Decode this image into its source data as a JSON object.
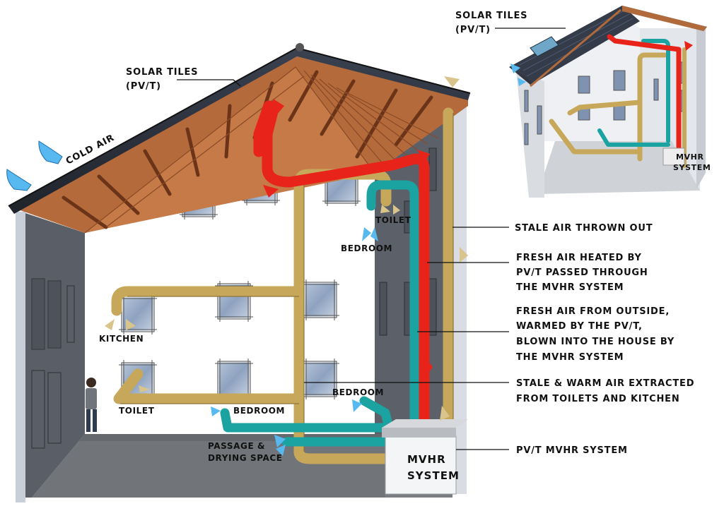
{
  "colors": {
    "supply_hot": "#e8231a",
    "intake_fresh": "#1aa3a0",
    "extract_stale": "#c7a85a",
    "roof_timber": "#b3683a",
    "roof_tile": "#2a2f3a",
    "wall_dark": "#565b63",
    "floor": "#6f7276",
    "window_sky": "#8fa2bd"
  },
  "main": {
    "solar_tiles_line1": "SOLAR TILES",
    "solar_tiles_line2": "(PV/T)",
    "cold_air": "COLD AIR",
    "toilet_upper": "TOILET",
    "bedroom_upper": "BEDROOM",
    "kitchen": "KITCHEN",
    "toilet_lower": "TOILET",
    "bedroom_lower_left": "BEDROOM",
    "bedroom_lower_right": "BEDROOM",
    "passage_line1": "PASSAGE &",
    "passage_line2": "DRYING SPACE",
    "mvhr_line1": "MVHR",
    "mvhr_line2": "SYSTEM"
  },
  "legend": {
    "stale_air_out": "STALE AIR THROWN OUT",
    "fresh_heated_1": "FRESH AIR HEATED BY",
    "fresh_heated_2": "PV/T PASSED THROUGH",
    "fresh_heated_3": "THE MVHR SYSTEM",
    "fresh_outside_1": "FRESH AIR FROM OUTSIDE,",
    "fresh_outside_2": "WARMED BY THE PV/T,",
    "fresh_outside_3": "BLOWN INTO THE HOUSE BY",
    "fresh_outside_4": "THE MVHR SYSTEM",
    "stale_warm_1": "STALE & WARM AIR EXTRACTED",
    "stale_warm_2": "FROM TOILETS AND KITCHEN",
    "pvt_mvhr": "PV/T MVHR SYSTEM"
  },
  "inset": {
    "solar_tiles_line1": "SOLAR TILES",
    "solar_tiles_line2": "(PV/T)",
    "mvhr_line1": "MVHR",
    "mvhr_line2": "SYSTEM"
  }
}
